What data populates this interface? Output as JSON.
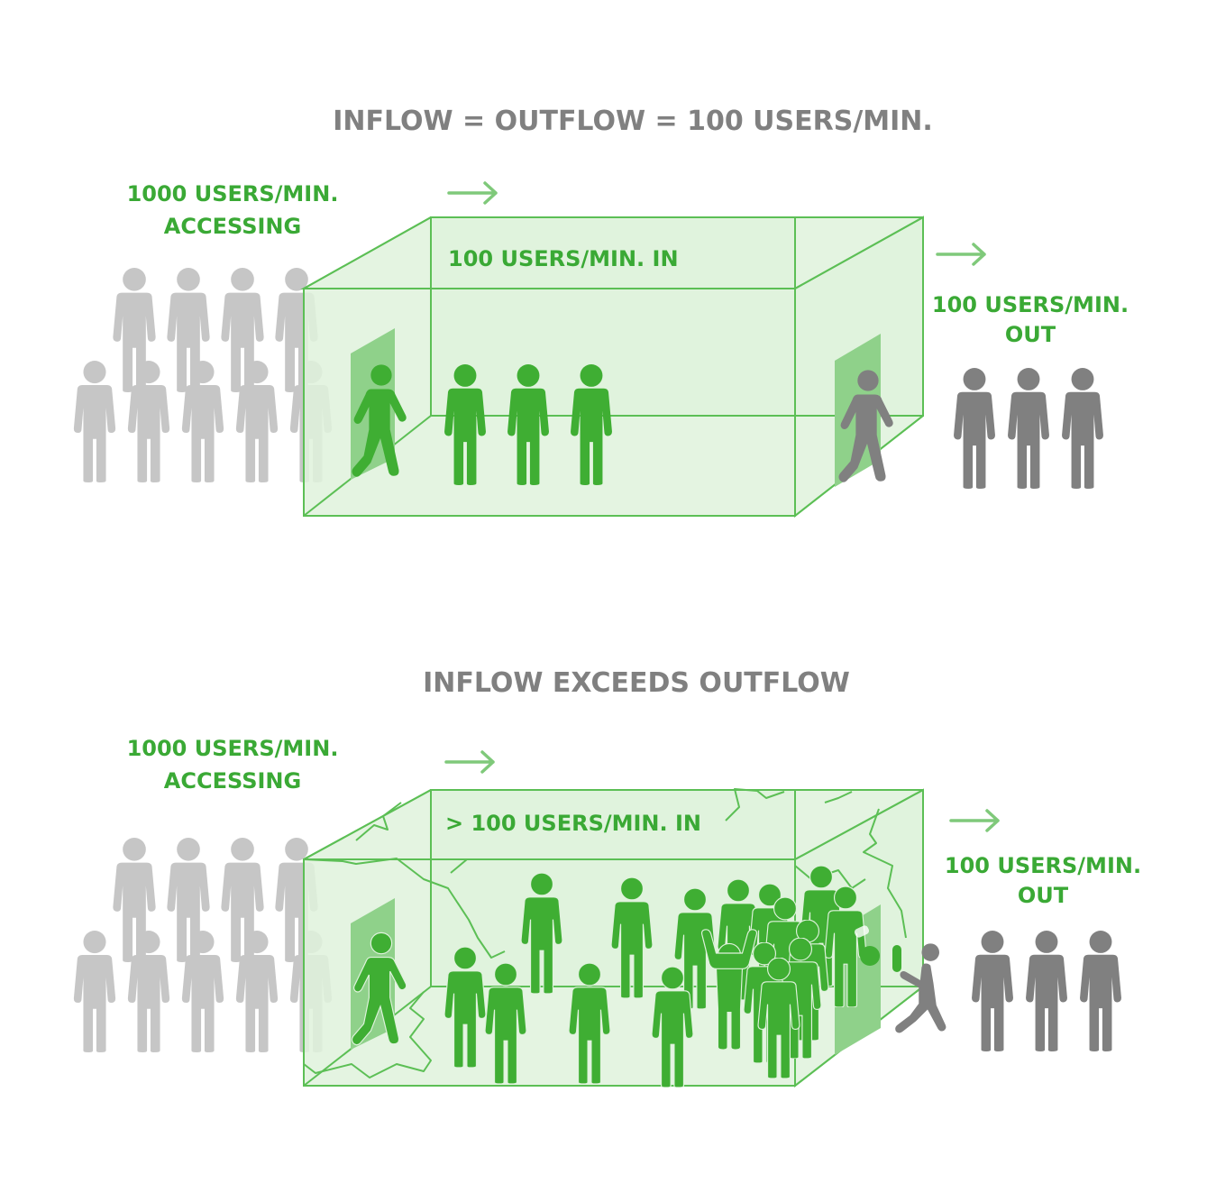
{
  "top_scene": {
    "title": "INFLOW = OUTFLOW = 100 USERS/MIN.",
    "accessing_line1": "1000 USERS/MIN.",
    "accessing_line2": "ACCESSING",
    "in_label": "100 USERS/MIN. IN",
    "out_line1": "100 USERS/MIN.",
    "out_line2": "OUT"
  },
  "bottom_scene": {
    "title": "INFLOW EXCEEDS OUTFLOW",
    "accessing_line1": "1000 USERS/MIN.",
    "accessing_line2": "ACCESSING",
    "in_label": "> 100 USERS/MIN. IN",
    "out_line1": "100 USERS/MIN.",
    "out_line2": "OUT"
  },
  "colors": {
    "green_text": "#3aa935",
    "green_person": "#3fae33",
    "light_gray_person": "#c6c6c6",
    "dark_gray_person": "#808080",
    "box_fill": "#dff2dc",
    "box_stroke": "#5cbf55",
    "title_gray": "#808080"
  },
  "icons": [
    "person-icon",
    "walking-person-icon",
    "right-arrow-icon",
    "door-icon"
  ]
}
